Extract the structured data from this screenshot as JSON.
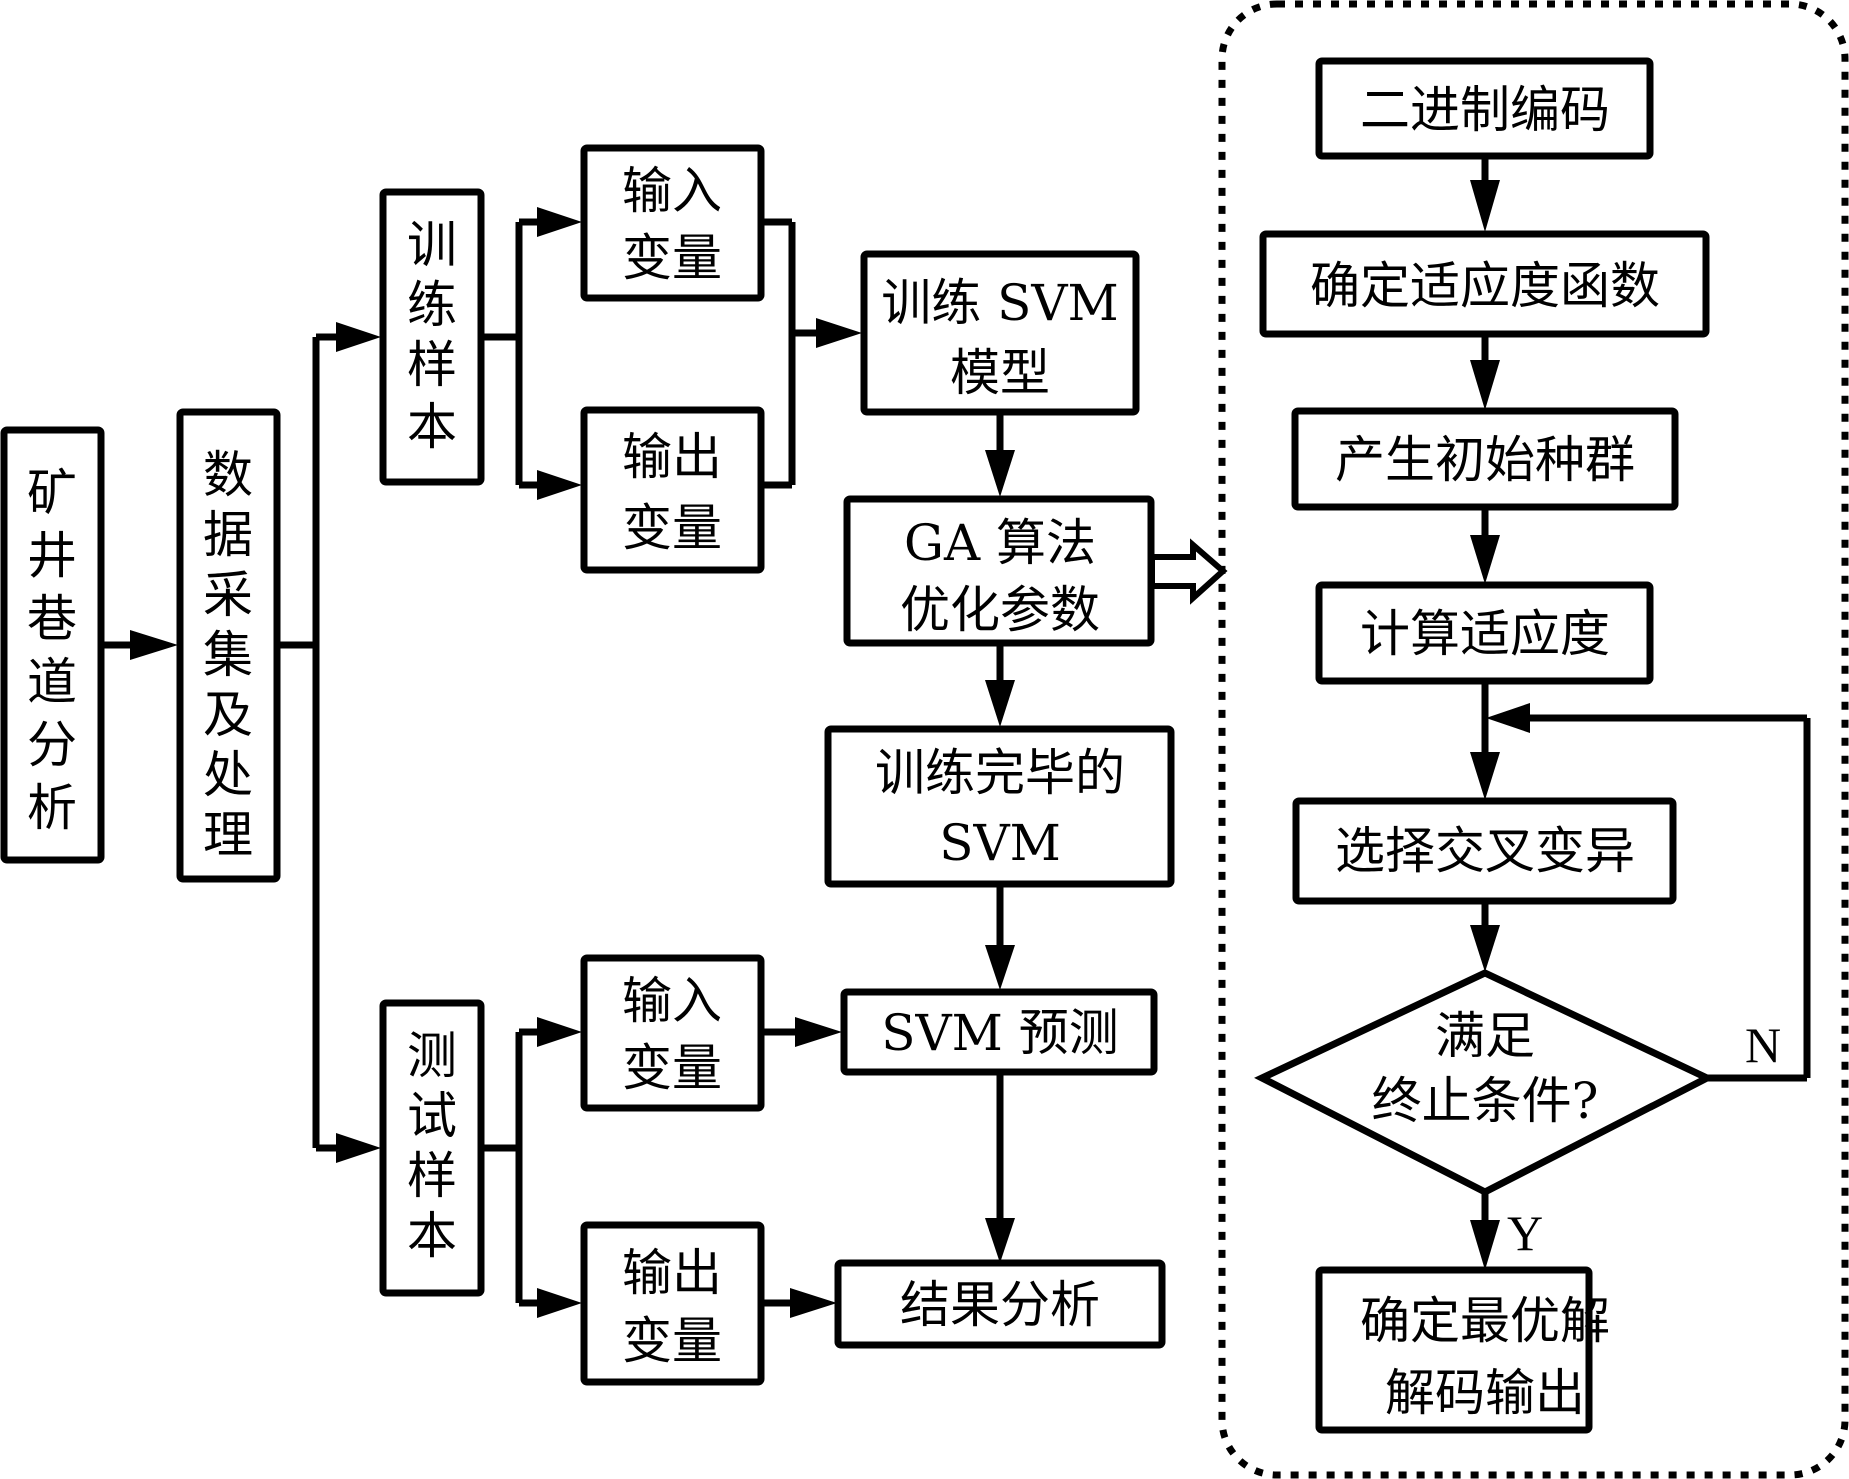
{
  "diagram": {
    "title": "GA-SVM mine roadway analysis flowchart",
    "nodes": {
      "roadway_analysis": {
        "lines": [
          "矿",
          "井",
          "巷",
          "道",
          "分",
          "析"
        ]
      },
      "data_processing": {
        "lines": [
          "数",
          "据",
          "采",
          "集",
          "及",
          "处",
          "理"
        ]
      },
      "training_sample": {
        "lines": [
          "训",
          "练",
          "样",
          "本"
        ]
      },
      "test_sample": {
        "lines": [
          "测",
          "试",
          "样",
          "本"
        ]
      },
      "train_input": {
        "lines": [
          "输入",
          "变量"
        ]
      },
      "train_output": {
        "lines": [
          "输出",
          "变量"
        ]
      },
      "test_input": {
        "lines": [
          "输入",
          "变量"
        ]
      },
      "test_output": {
        "lines": [
          "输出",
          "变量"
        ]
      },
      "train_svm": {
        "lines": [
          "训练 SVM",
          "模型"
        ]
      },
      "ga_optimize": {
        "lines": [
          "GA 算法",
          "优化参数"
        ]
      },
      "trained_svm": {
        "lines": [
          "训练完毕的",
          "SVM"
        ]
      },
      "svm_predict": {
        "lines": [
          "SVM 预测"
        ]
      },
      "result_analysis": {
        "lines": [
          "结果分析"
        ]
      },
      "binary_encoding": {
        "lines": [
          "二进制编码"
        ]
      },
      "fitness_function": {
        "lines": [
          "确定适应度函数"
        ]
      },
      "init_population": {
        "lines": [
          "产生初始种群"
        ]
      },
      "compute_fitness": {
        "lines": [
          "计算适应度"
        ]
      },
      "selection_crossover_mutation": {
        "lines": [
          "选择交叉变异"
        ]
      },
      "termination_check": {
        "lines": [
          "满足",
          "终止条件?"
        ]
      },
      "optimal_output": {
        "lines": [
          "确定最优解",
          "解码输出"
        ]
      }
    },
    "edge_labels": {
      "no": "N",
      "yes": "Y"
    }
  }
}
